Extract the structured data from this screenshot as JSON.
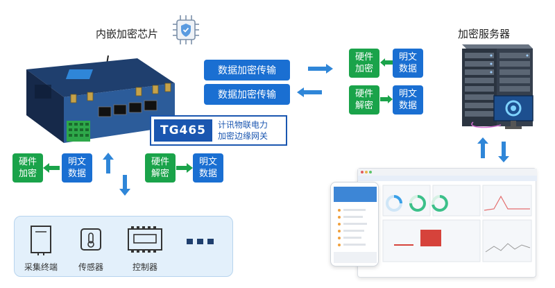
{
  "chip": {
    "label": "内嵌加密芯片",
    "icon": "chip-shield-icon"
  },
  "router": {
    "icon": "industrial-router-icon"
  },
  "encrypt_pills": [
    "数据加密传输",
    "数据加密传输"
  ],
  "right_rows": [
    {
      "hardware": [
        "硬件",
        "加密"
      ],
      "plain": [
        "明文",
        "数据"
      ]
    },
    {
      "hardware": [
        "硬件",
        "解密"
      ],
      "plain": [
        "明文",
        "数据"
      ]
    }
  ],
  "left_rows": [
    {
      "hardware": [
        "硬件",
        "加密"
      ],
      "plain": [
        "明文",
        "数据"
      ]
    },
    {
      "hardware": [
        "硬件",
        "解密"
      ],
      "plain": [
        "明文",
        "数据"
      ]
    }
  ],
  "badge": {
    "model": "TG465",
    "line1": "计讯物联电力",
    "line2": "加密边缘网关"
  },
  "server": {
    "label": "加密服务器",
    "icon": "server-rack-icon"
  },
  "devices": [
    {
      "label": "采集终端",
      "icon": "terminal-icon"
    },
    {
      "label": "传感器",
      "icon": "sensor-icon"
    },
    {
      "label": "控制器",
      "icon": "controller-icon"
    },
    {
      "label": "",
      "icon": "more-dots-icon"
    }
  ],
  "colors": {
    "blue": "#1a6fd2",
    "green": "#1aa34a",
    "dark_blue": "#1a56b0",
    "arrow": "#2f86d8"
  }
}
